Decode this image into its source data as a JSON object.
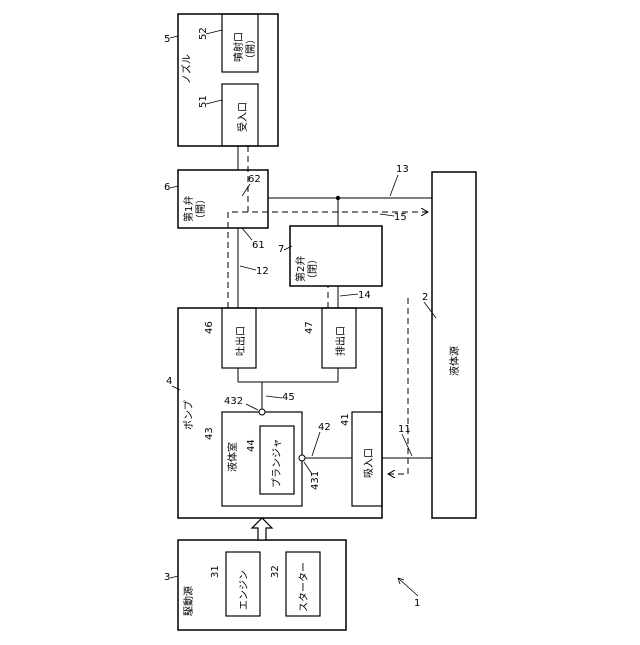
{
  "figure": {
    "system_ref": "1",
    "drive_source": {
      "ref": "3",
      "label": "駆動源"
    },
    "engine": {
      "ref": "31",
      "label": "エンジン"
    },
    "starter": {
      "ref": "32",
      "label": "スターター"
    },
    "pump": {
      "ref": "4",
      "label": "ポンプ"
    },
    "liquid_chamber": {
      "ref": "43",
      "label": "液体室"
    },
    "plunger": {
      "ref": "44",
      "label": "プランジャ"
    },
    "suction_port": {
      "ref": "41",
      "label": "吸入口"
    },
    "discharge_port": {
      "ref": "46",
      "label": "吐出口"
    },
    "drain_port": {
      "ref": "47",
      "label": "排出口"
    },
    "nozzle": {
      "ref": "5",
      "label": "ノズル"
    },
    "receiving_port": {
      "ref": "51",
      "label": "受入口"
    },
    "spray_port": {
      "ref": "52",
      "label": "噴射口",
      "state": "（開）"
    },
    "valve1": {
      "ref": "6",
      "label": "第1弁",
      "state": "（開）"
    },
    "valve2": {
      "ref": "7",
      "label": "第2弁",
      "state": "（閉）"
    },
    "liquid_source": {
      "ref": "2",
      "label": "液体源"
    },
    "refs": {
      "r11": "11",
      "r12": "12",
      "r13": "13",
      "r14": "14",
      "r15": "15",
      "r42": "42",
      "r45": "45",
      "r61": "61",
      "r62": "62",
      "r431": "431",
      "r432": "432"
    }
  }
}
